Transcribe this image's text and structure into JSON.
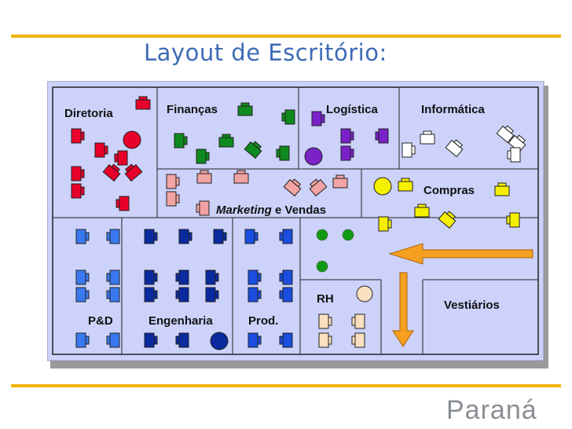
{
  "slide": {
    "title": "Layout de Escritório:",
    "brand": "Paraná"
  },
  "departments": {
    "diretoria": "Diretoria",
    "financas": "Finanças",
    "logistica": "Logística",
    "informatica": "Informática",
    "marketing_word": "Marketing",
    "marketing_rest": "e Vendas",
    "compras": "Compras",
    "pd": "P&D",
    "engenharia": "Engenharia",
    "prod": "Prod.",
    "rh": "RH",
    "vestiarios": "Vestiários"
  },
  "colors": {
    "accent_rule": "#f0b400",
    "title": "#3d6bb5",
    "floor": "#ccd2fa",
    "diretoria": "#e8002a",
    "financas": "#0f8a1e",
    "logistica": "#7a22c8",
    "informatica": "#ffffff",
    "marketing": "#f2a3a3",
    "compras": "#f5ef00",
    "pd": "#3a78f0",
    "engenharia": "#0a2aa0",
    "plants": "#119911",
    "rh": "#fae0c0",
    "arrow": "#f5a020"
  }
}
